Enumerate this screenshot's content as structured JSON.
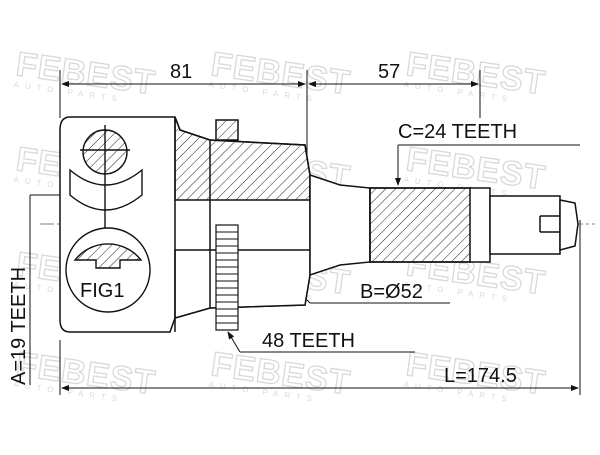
{
  "watermark": {
    "brand": "FEBEST",
    "tagline": "AUTO PARTS"
  },
  "dimensions": {
    "length_left": "81",
    "length_right": "57",
    "total_length": "L=174.5"
  },
  "labels": {
    "spline_c": "C=24 TEETH",
    "spline_a": "A=19 TEETH",
    "diameter_b": "B=Ø52",
    "abs_ring": "48 TEETH",
    "fig": "FIG1"
  }
}
